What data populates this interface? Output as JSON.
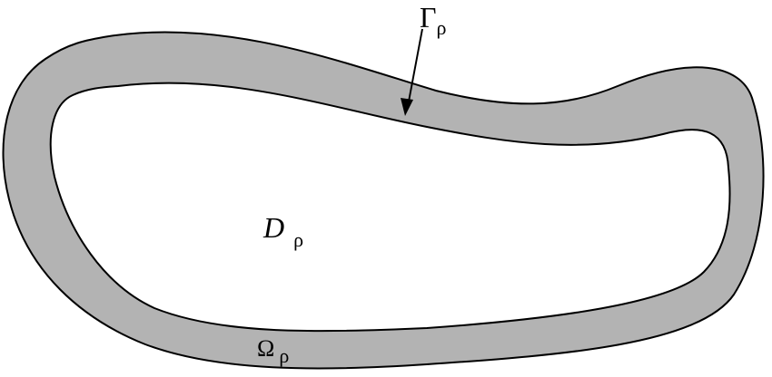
{
  "diagram": {
    "labels": {
      "gamma": {
        "symbol": "Γ",
        "subscript": "ρ"
      },
      "domain": {
        "symbol": "D",
        "subscript": "ρ"
      },
      "omega": {
        "symbol": "Ω",
        "subscript": "ρ"
      }
    },
    "colors": {
      "band_fill": "#b3b3b3",
      "inner_fill": "#ffffff",
      "stroke": "#000000"
    }
  }
}
